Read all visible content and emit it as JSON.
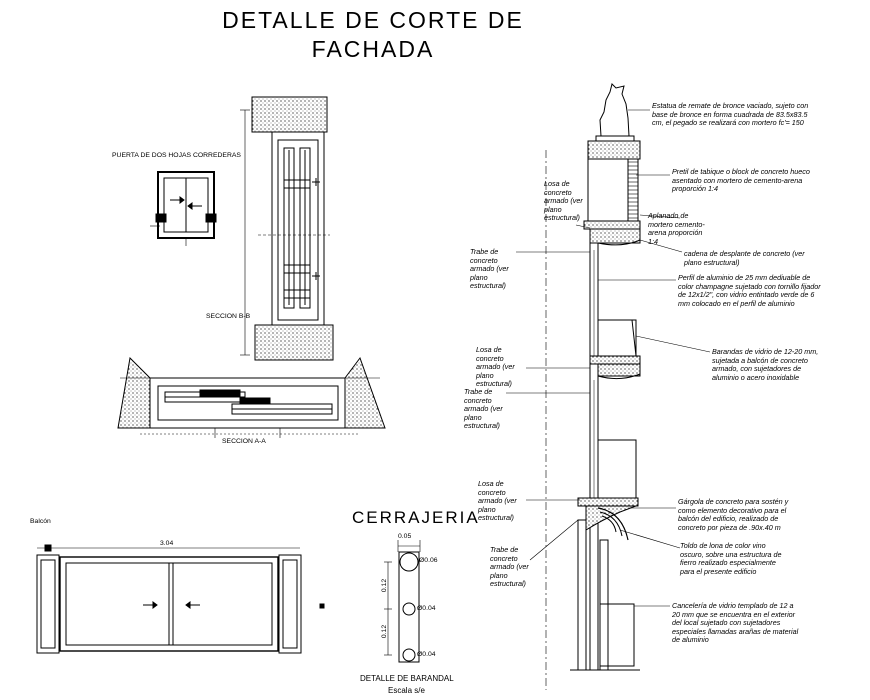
{
  "title": "DETALLE DE CORTE DE\nFACHADA",
  "window_detail": {
    "puerta_label": "PUERTA DE DOS HOJAS CORREDERAS",
    "seccion_bb": "SECCION B-B",
    "seccion_aa": "SECCION A-A"
  },
  "cerrajeria_title": "CERRAJERIA",
  "balcon": {
    "label": "Balcón",
    "dim": "3.04"
  },
  "barandal": {
    "title": "DETALLE DE BARANDAL",
    "scale": "Escala s/e",
    "dims": [
      "0.05",
      "Ø0.06",
      "0.12",
      "Ø0.04",
      "0.12",
      "Ø0.04"
    ]
  },
  "section_notes": {
    "estatua": "Estatua de remate de bronce vaciado, sujeto con base de bronce en forma cuadrada de 83.5x83.5 cm, el pegado se realizará con mortero fc'= 150",
    "pretil": "Pretil de tabique o block de concreto hueco asentado con mortero de cemento-arena proporción 1:4",
    "aplanado": "Aplanado de mortero cemento-arena proporción 1:4",
    "cadena": "cadena de desplante de concreto (ver plano estructural)",
    "perfil": "Perfil de aluminio de 25 mm dediuable de color champagne sujetado con tornillo fijador de 12x1/2\", con vidrio entintado verde de 6 mm colocado en el perfil de aluminio",
    "barandal_vidrio": "Barandas de vidrio de 12-20 mm, sujetada a balcón de concreto armado, con sujetadores de aluminio o acero inoxidable",
    "gargola": "Gárgola de concreto para sostén y como elemento decorativo para el balcón del edificio, realizado de concreto por pieza de .90x.40 m",
    "toldo": "Toldo de lona de color vino oscuro, sobre una estructura de fierro realizado especialmente para el presente edificio",
    "canceleria": "Cancelería de vidrio templado de 12 a 20 mm que se encuentra en el exterior del local sujetado con sujetadores especiales llamadas arañas de material de aluminio",
    "losa1": "Losa de concreto armado (ver plano estructural)",
    "trabe1": "Trabe de concreto armado (ver plano estructural)",
    "losa2": "Losa de concreto armado (ver plano estructural)",
    "trabe2": "Trabe de concreto armado (ver plano estructural)",
    "losa3": "Losa de concreto armado (ver plano estructural)",
    "trabe3": "Trabe de concreto armado (ver plano estructural)"
  }
}
